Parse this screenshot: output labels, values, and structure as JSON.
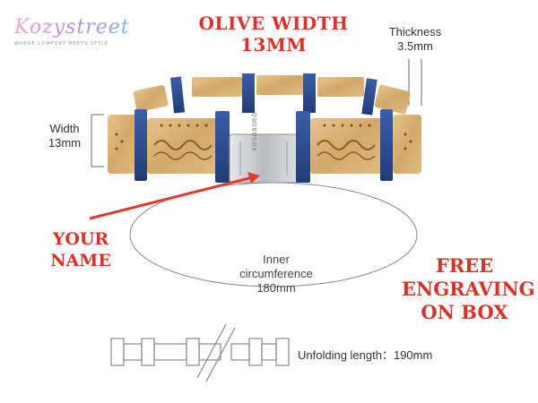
{
  "logo": {
    "text": "Kozystreet",
    "tagline": "WHERE COMFORT MEETS STYLE"
  },
  "header": {
    "title": "OLIVE WIDTH 13MM"
  },
  "dimensions": {
    "thickness_label": "Thickness",
    "thickness_value": "3.5mm",
    "width_label": "Width",
    "width_value": "13mm",
    "inner_label_1": "Inner",
    "inner_label_2": "circumference",
    "inner_value": "180mm",
    "unfolding": "Unfolding length：190mm"
  },
  "callouts": {
    "your_name_1": "YOUR",
    "your_name_2": "NAME",
    "free_1": "FREE",
    "free_2": "ENGRAVING",
    "free_3": "ON BOX"
  },
  "clasp_text": "KOSOBORO",
  "colors": {
    "accent_red": "#d8332a",
    "wood": "#d9b47a",
    "metal_blue": "#2d4a8a",
    "clasp_silver": "#c9cdd1"
  }
}
